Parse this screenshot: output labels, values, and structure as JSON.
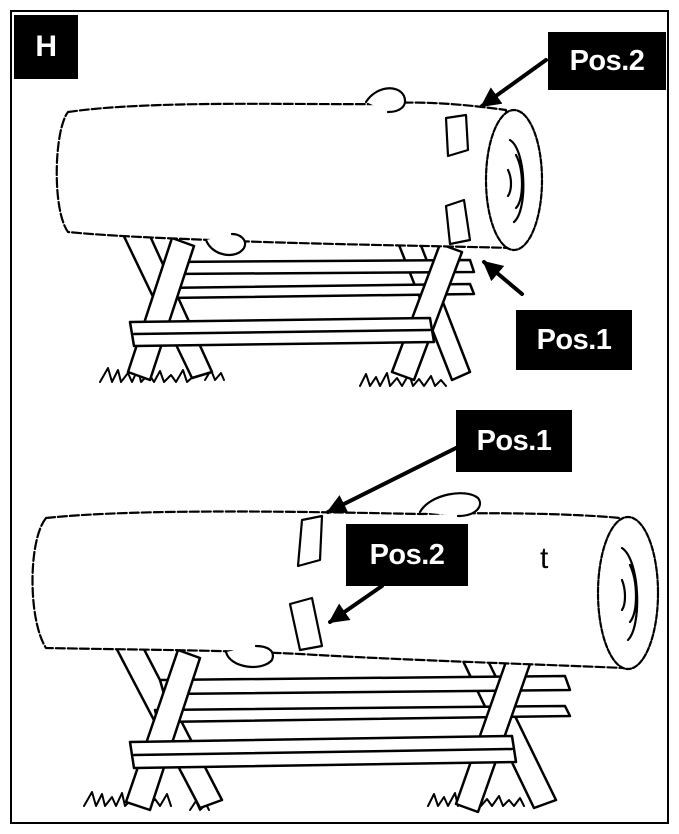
{
  "figure": {
    "panel_letter": "H",
    "top": {
      "label_pos2": "Pos.2",
      "label_pos1": "Pos.1"
    },
    "bottom": {
      "label_pos1": "Pos.1",
      "label_pos2": "Pos.2",
      "stray_letter": "t"
    }
  },
  "colors": {
    "ink": "#000000",
    "paper": "#ffffff",
    "label_background": "#000000",
    "label_text": "#ffffff"
  }
}
